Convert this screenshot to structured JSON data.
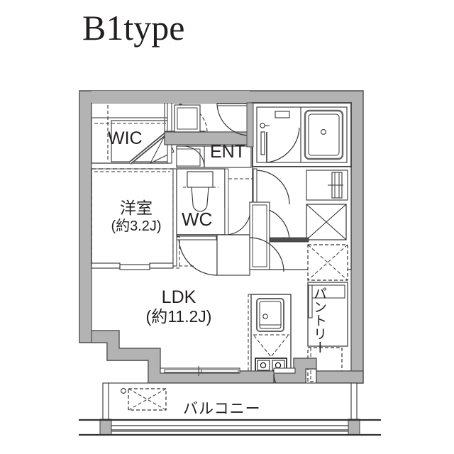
{
  "title": "B1type",
  "plan": {
    "unit_type": "B1type",
    "rooms": [
      {
        "id": "wic",
        "label": "WIC",
        "area": null
      },
      {
        "id": "ent",
        "label": "ENT",
        "area": null
      },
      {
        "id": "wc",
        "label": "WC",
        "area": null
      },
      {
        "id": "bedroom",
        "label": "洋室",
        "area": "(約3.2J)"
      },
      {
        "id": "ldk",
        "label": "LDK",
        "area": "(約11.2J)"
      },
      {
        "id": "pantry",
        "label": "パントリー",
        "area": null
      },
      {
        "id": "balcony",
        "label": "バルコニー",
        "area": null
      }
    ],
    "colors": {
      "wall_fill": "#b3b3b3",
      "wall_stroke": "#4d4d4d",
      "line": "#333333",
      "text": "#231f20",
      "background": "#ffffff",
      "fixture_fill": "#f2f2f2"
    },
    "fixtures": [
      "bathtub",
      "shower",
      "toilet",
      "washbasin",
      "washing-machine-space",
      "kitchen-sink",
      "gas-stove-3-burner",
      "refrigerator-space",
      "pantry-shelf",
      "balcony-railing",
      "ac-outdoor-unit"
    ]
  }
}
